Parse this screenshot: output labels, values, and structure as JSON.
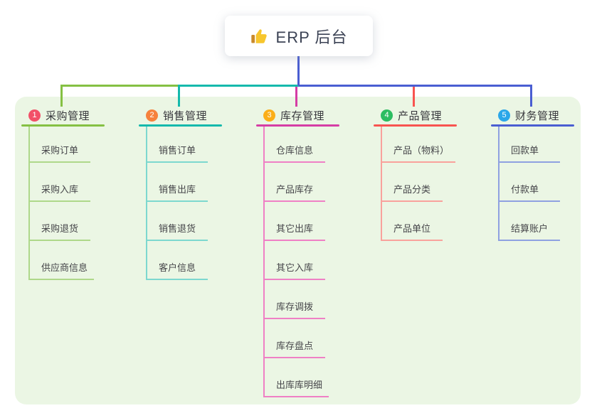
{
  "root": {
    "title": "ERP 后台",
    "icon": "thumbs-up-icon"
  },
  "branches": [
    {
      "index": "1",
      "title": "采购管理",
      "badge_color": "#f25068",
      "line_color": "#85c043",
      "child_line_color": "#aed88a",
      "children": [
        "采购订单",
        "采购入库",
        "采购退货",
        "供应商信息"
      ]
    },
    {
      "index": "2",
      "title": "销售管理",
      "badge_color": "#f6823d",
      "line_color": "#15b9ac",
      "child_line_color": "#7dd8cf",
      "children": [
        "销售订单",
        "销售出库",
        "销售退货",
        "客户信息"
      ]
    },
    {
      "index": "3",
      "title": "库存管理",
      "badge_color": "#fbae19",
      "line_color": "#d53da5",
      "child_line_color": "#ef80c5",
      "children": [
        "仓库信息",
        "产品库存",
        "其它出库",
        "其它入库",
        "库存调拨",
        "库存盘点",
        "出库库明细"
      ]
    },
    {
      "index": "4",
      "title": "产品管理",
      "badge_color": "#2cbd61",
      "line_color": "#f85450",
      "child_line_color": "#f9a29c",
      "children": [
        "产品（物料）",
        "产品分类",
        "产品单位"
      ]
    },
    {
      "index": "5",
      "title": "财务管理",
      "badge_color": "#2ba7e9",
      "line_color": "#4a5ed2",
      "child_line_color": "#8fa1e1",
      "children": [
        "回款单",
        "付款单",
        "结算账户"
      ]
    }
  ],
  "colors": {
    "canvas_bg": "#ffffff",
    "panel_bg": "#ebf6e4",
    "root_connector": "#4a5ed2"
  }
}
